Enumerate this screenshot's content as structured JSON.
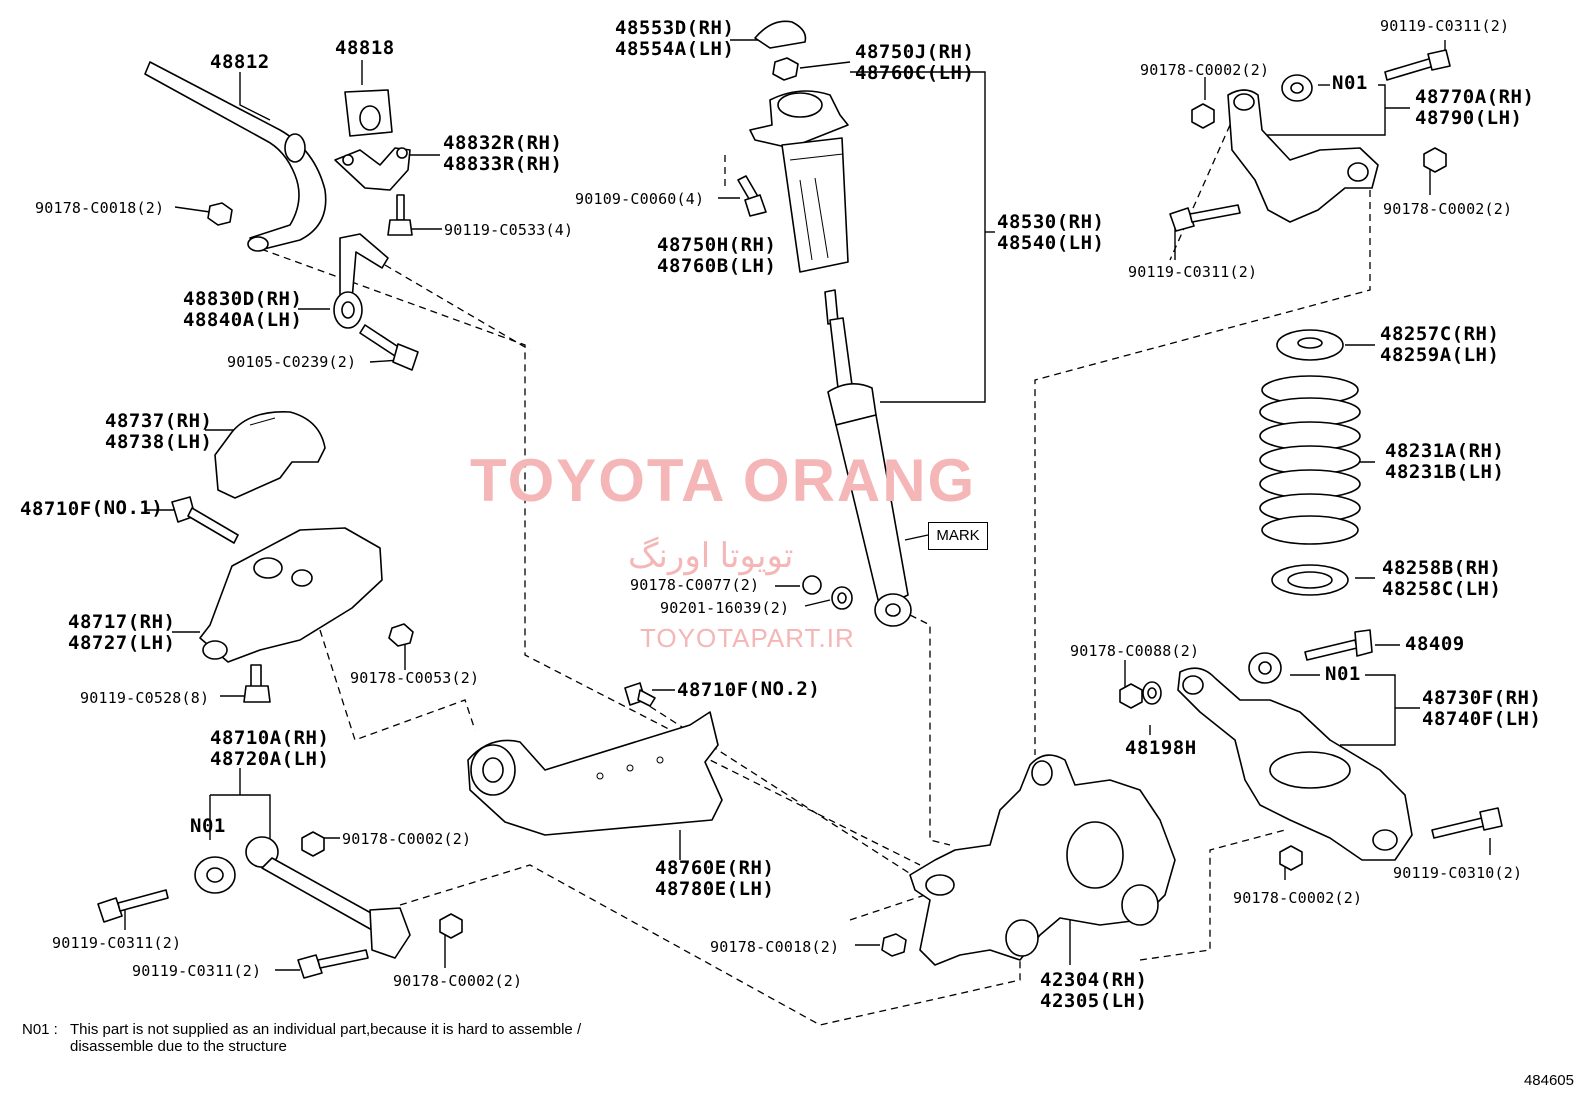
{
  "diagram_code": "484605",
  "watermark": {
    "main": "TOYOTA ORANG",
    "persian": "تویوتا اورنگ",
    "site": "TOYOTAPART.IR"
  },
  "note": {
    "key": "N01 :",
    "line1": "This part is not supplied as an individual part,because it is hard to assemble /",
    "line2": "disassemble due to the structure"
  },
  "mark_box": "MARK",
  "labels": {
    "p48812": "48812",
    "p48818": "48818",
    "p48832": "48832R(RH)\n48833R(RH)",
    "p90178_c0018_top": "90178-C0018(2)",
    "p90119_c0533": "90119-C0533(4)",
    "p48830": "48830D(RH)\n48840A(LH)",
    "p90105": "90105-C0239(2)",
    "p48737": "48737(RH)\n48738(LH)",
    "p48710f_1": "48710F",
    "p48710f_1_sub": "(NO.1)",
    "p48717": "48717(RH)\n48727(LH)",
    "p90178_c0053": "90178-C0053(2)",
    "p90119_c0528": "90119-C0528(8)",
    "p48710a": "48710A(RH)\n48720A(LH)",
    "n01_left": "N01",
    "p90178_c0002_bl": "90178-C0002(2)",
    "p90119_c0311_bl1": "90119-C0311(2)",
    "p90119_c0311_bl2": "90119-C0311(2)",
    "p90178_c0002_bl2": "90178-C0002(2)",
    "p48553": "48553D(RH)\n48554A(LH)",
    "p48750j": "48750J(RH)\n48760C(LH)",
    "p90109": "90109-C0060(4)",
    "p48750h": "48750H(RH)\n48760B(LH)",
    "p48530": "48530(RH)\n48540(LH)",
    "p90178_c0077": "90178-C0077(2)",
    "p90201": "90201-16039(2)",
    "p48710f_2": "48710F",
    "p48710f_2_sub": "(NO.2)",
    "p48760e": "48760E(RH)\n48780E(LH)",
    "p90178_c0018_bot": "90178-C0018(2)",
    "p42304": "42304(RH)\n42305(LH)",
    "p90119_c0311_tr": "90119-C0311(2)",
    "p90178_c0002_tr1": "90178-C0002(2)",
    "n01_top": "N01",
    "p48770a": "48770A(RH)\n48790(LH)",
    "p90178_c0002_tr2": "90178-C0002(2)",
    "p90119_c0311_tr2": "90119-C0311(2)",
    "p48257": "48257C(RH)\n48259A(LH)",
    "p48231": "48231A(RH)\n48231B(LH)",
    "p48258": "48258B(RH)\n48258C(LH)",
    "p90178_c0088": "90178-C0088(2)",
    "p48409": "48409",
    "n01_right": "N01",
    "p48730f": "48730F(RH)\n48740F(LH)",
    "p48198h": "48198H",
    "p90119_c0310": "90119-C0310(2)",
    "p90178_c0002_br": "90178-C0002(2)"
  }
}
